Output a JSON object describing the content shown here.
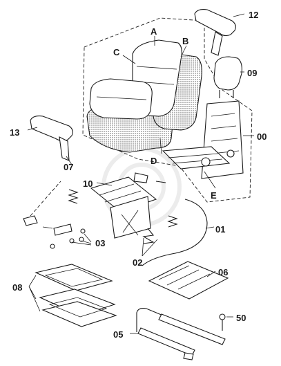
{
  "callouts": {
    "a": "A",
    "b": "B",
    "c": "C",
    "d": "D",
    "e": "E",
    "p12": "12",
    "p09": "09",
    "p00": "00",
    "p13": "13",
    "p07": "07",
    "p10": "10",
    "p01": "01",
    "p03": "03",
    "p02": "02",
    "p06": "06",
    "p08": "08",
    "p50": "50",
    "p05": "05"
  }
}
